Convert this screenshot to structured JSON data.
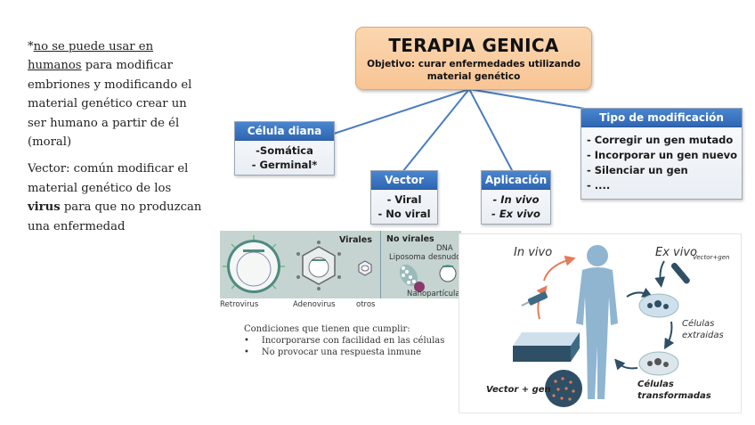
{
  "notes": {
    "p1_prefix": "*",
    "p1_underlined": "no se puede usar en humanos",
    "p1_rest": " para modificar embriones y modificando el material genético crear un ser humano a partir de él (moral)",
    "p2_start": "Vector: común modificar el material genético de los ",
    "p2_bold": "virus",
    "p2_end": " para que no produzcan una enfermedad"
  },
  "title_box": {
    "title": "TERAPIA GENICA",
    "subtitle": "Objetivo: curar enfermedades utilizando material genético",
    "color": "#f8c595"
  },
  "cards": {
    "celula": {
      "header": "Célula diana",
      "items": [
        "-Somática",
        "- Germinal*"
      ]
    },
    "vector": {
      "header": "Vector",
      "items": [
        "- Viral",
        "- No viral"
      ]
    },
    "aplicacion": {
      "header": "Aplicación",
      "items": [
        "- In vivo",
        "- Ex vivo"
      ]
    },
    "tipo": {
      "header": "Tipo de modificación",
      "items": [
        "- Corregir un gen mutado",
        "- Incorporar un gen nuevo",
        "- Silenciar un gen",
        "- ...."
      ]
    },
    "header_color": "#3a74c1"
  },
  "virus_panel": {
    "virales": "Virales",
    "no_virales": "No virales",
    "retrovirus": "Retrovirus",
    "adenovirus": "Adenovirus",
    "otros": "otros",
    "liposoma": "Liposoma",
    "dna_1": "DNA",
    "dna_2": "desnudo",
    "nano": "Nanopartículas"
  },
  "conditions": {
    "title": "Condiciones que tienen que cumplir:",
    "items": [
      "Incorporarse con facilidad en las células",
      "No provocar una respuesta inmune"
    ]
  },
  "process": {
    "in_vivo": "In vivo",
    "ex_vivo": "Ex vivo",
    "vector_gen_small": "Vector+gen",
    "celulas_extraidas_1": "Células",
    "celulas_extraidas_2": "extraidas",
    "celulas_transformadas_1": "Células",
    "celulas_transformadas_2": "transformadas",
    "vector_gen": "Vector + gen"
  }
}
